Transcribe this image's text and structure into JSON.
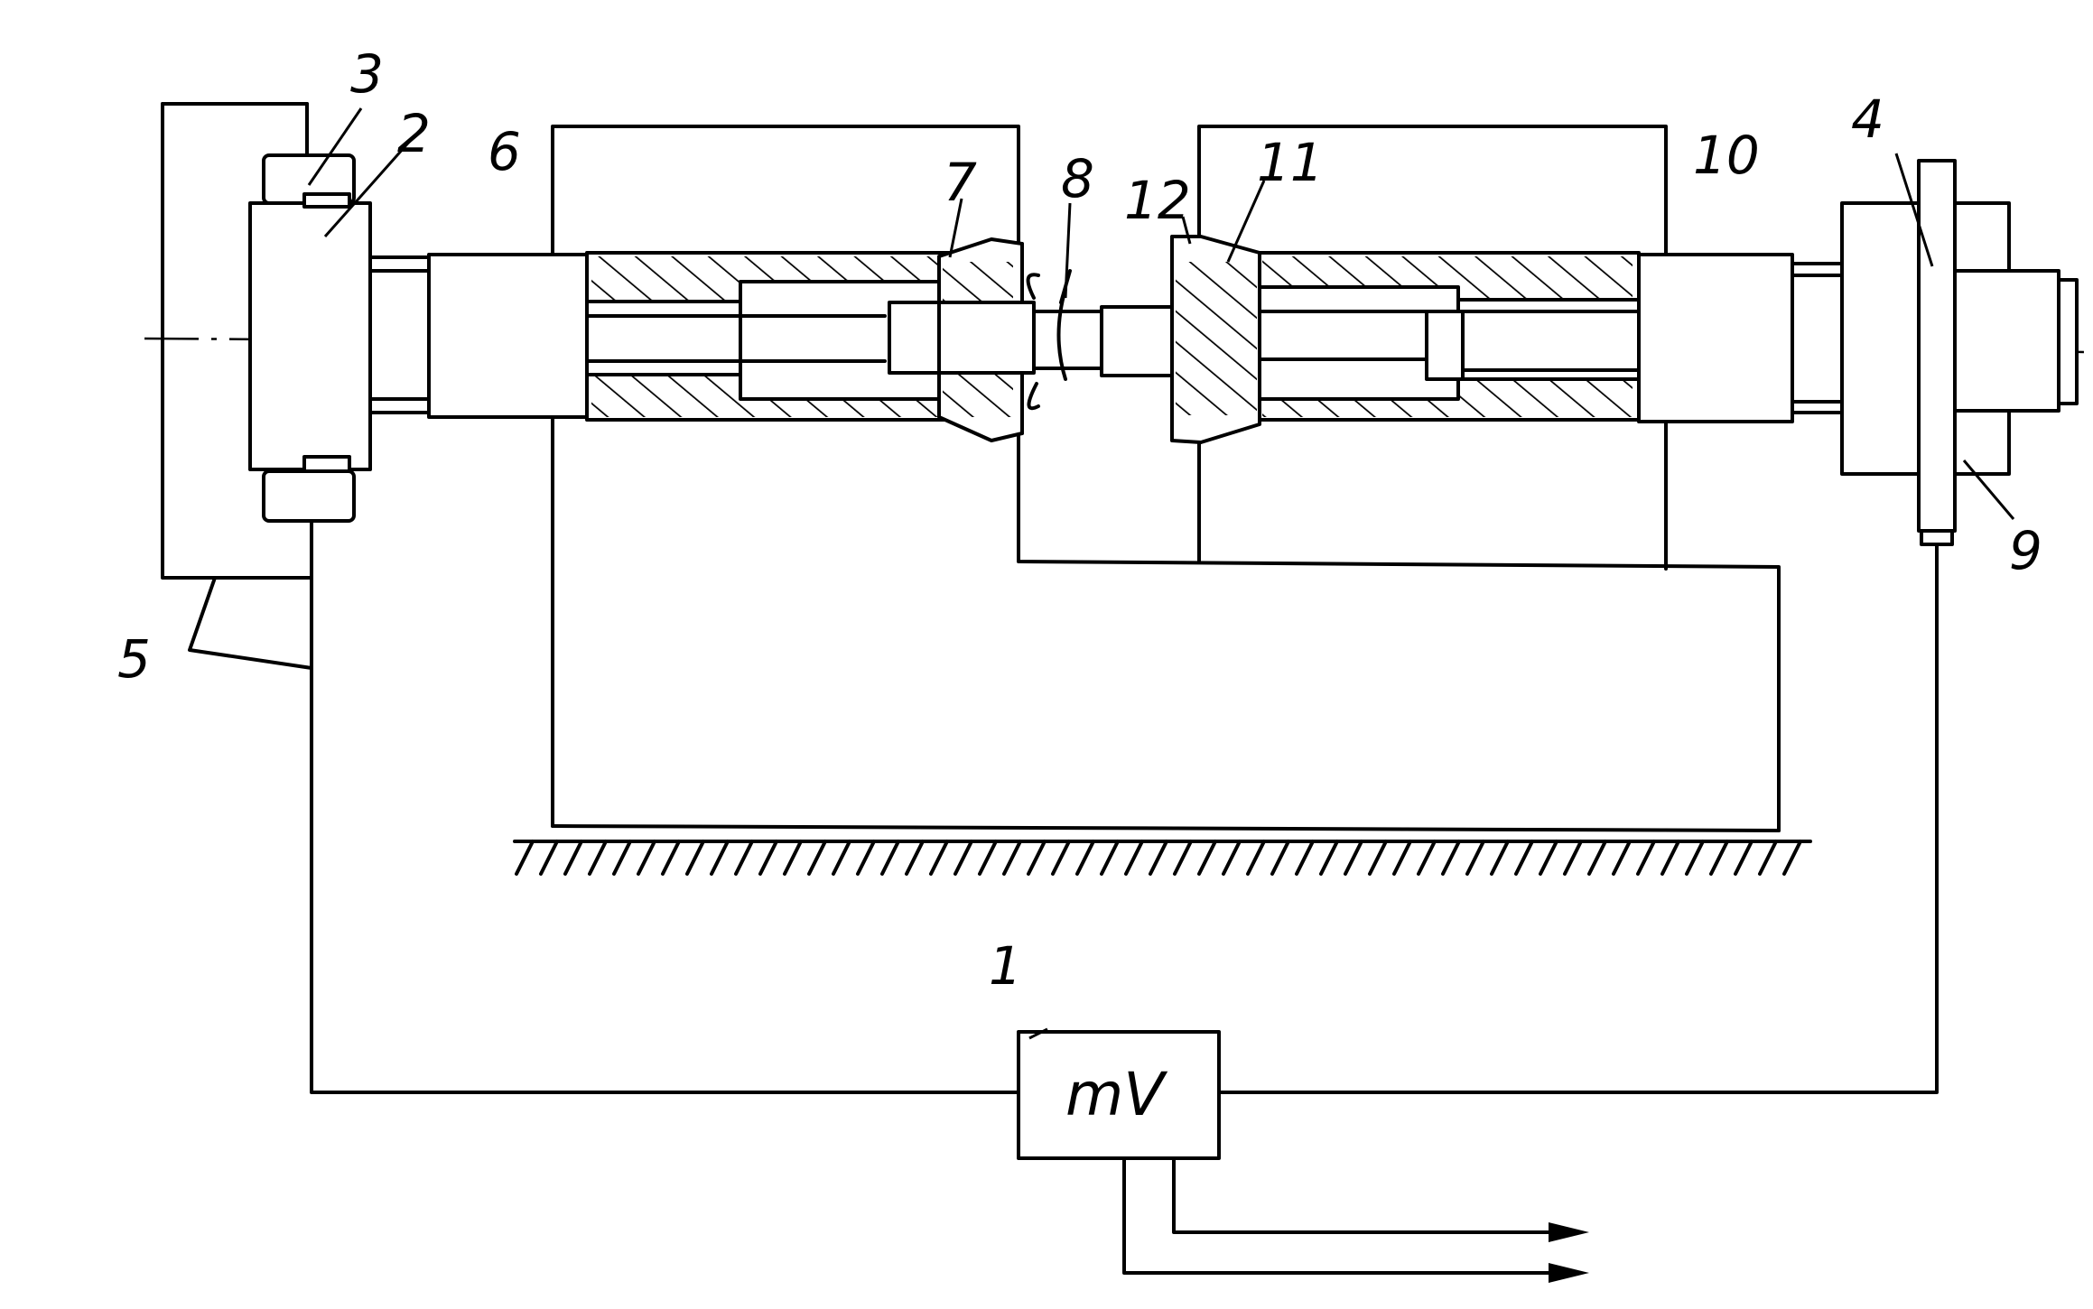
{
  "diagram": {
    "labels": {
      "l1": "1",
      "l2": "2",
      "l3": "3",
      "l4": "4",
      "l5": "5",
      "l6": "6",
      "l7": "7",
      "l8": "8",
      "l9": "9",
      "l10": "10",
      "l11": "11",
      "l12": "12"
    },
    "meter_text": "mV"
  }
}
